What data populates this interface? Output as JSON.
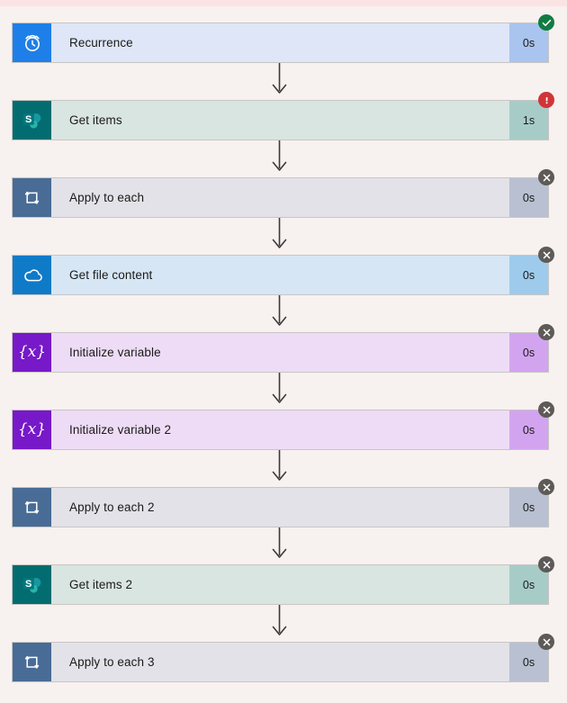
{
  "page": {
    "background_color": "#f7f1ef",
    "top_band_color": "#fbe3e4",
    "connector_color": "#3b3a39",
    "card_border_color": "#c8c6c4"
  },
  "status_styles": {
    "succeeded": {
      "color": "#107c41",
      "icon": "check-icon",
      "label": "Succeeded"
    },
    "failed": {
      "color": "#d13438",
      "icon": "exclamation-icon",
      "label": "Failed"
    },
    "skipped": {
      "color": "#5d5a58",
      "icon": "close-icon",
      "label": "Skipped"
    }
  },
  "flow": {
    "nodes": [
      {
        "title": "Recurrence",
        "duration": "0s",
        "status": "succeeded",
        "icon": "clock-icon",
        "icon_bg": "#1f7fe8",
        "body_bg": "#dee6f7",
        "duration_bg": "#a9c4ee"
      },
      {
        "title": "Get items",
        "duration": "1s",
        "status": "failed",
        "icon": "sharepoint-icon",
        "icon_bg": "#036c70",
        "body_bg": "#d9e5e1",
        "duration_bg": "#a7ccc7"
      },
      {
        "title": "Apply to each",
        "duration": "0s",
        "status": "skipped",
        "icon": "loop-icon",
        "icon_bg": "#486c95",
        "body_bg": "#e2e2e8",
        "duration_bg": "#b8c0d2"
      },
      {
        "title": "Get file content",
        "duration": "0s",
        "status": "skipped",
        "icon": "onedrive-icon",
        "icon_bg": "#0f7ac8",
        "body_bg": "#d6e6f5",
        "duration_bg": "#9ecbec"
      },
      {
        "title": "Initialize variable",
        "duration": "0s",
        "status": "skipped",
        "icon": "variable-icon",
        "icon_bg": "#7719c9",
        "body_bg": "#eedcf6",
        "duration_bg": "#d2a4ef"
      },
      {
        "title": "Initialize variable 2",
        "duration": "0s",
        "status": "skipped",
        "icon": "variable-icon",
        "icon_bg": "#7719c9",
        "body_bg": "#eedcf6",
        "duration_bg": "#d2a4ef"
      },
      {
        "title": "Apply to each 2",
        "duration": "0s",
        "status": "skipped",
        "icon": "loop-icon",
        "icon_bg": "#486c95",
        "body_bg": "#e2e2e8",
        "duration_bg": "#b8c0d2"
      },
      {
        "title": "Get items 2",
        "duration": "0s",
        "status": "skipped",
        "icon": "sharepoint-icon",
        "icon_bg": "#036c70",
        "body_bg": "#d9e5e1",
        "duration_bg": "#a7ccc7"
      },
      {
        "title": "Apply to each 3",
        "duration": "0s",
        "status": "skipped",
        "icon": "loop-icon",
        "icon_bg": "#486c95",
        "body_bg": "#e2e2e8",
        "duration_bg": "#b8c0d2"
      }
    ]
  }
}
